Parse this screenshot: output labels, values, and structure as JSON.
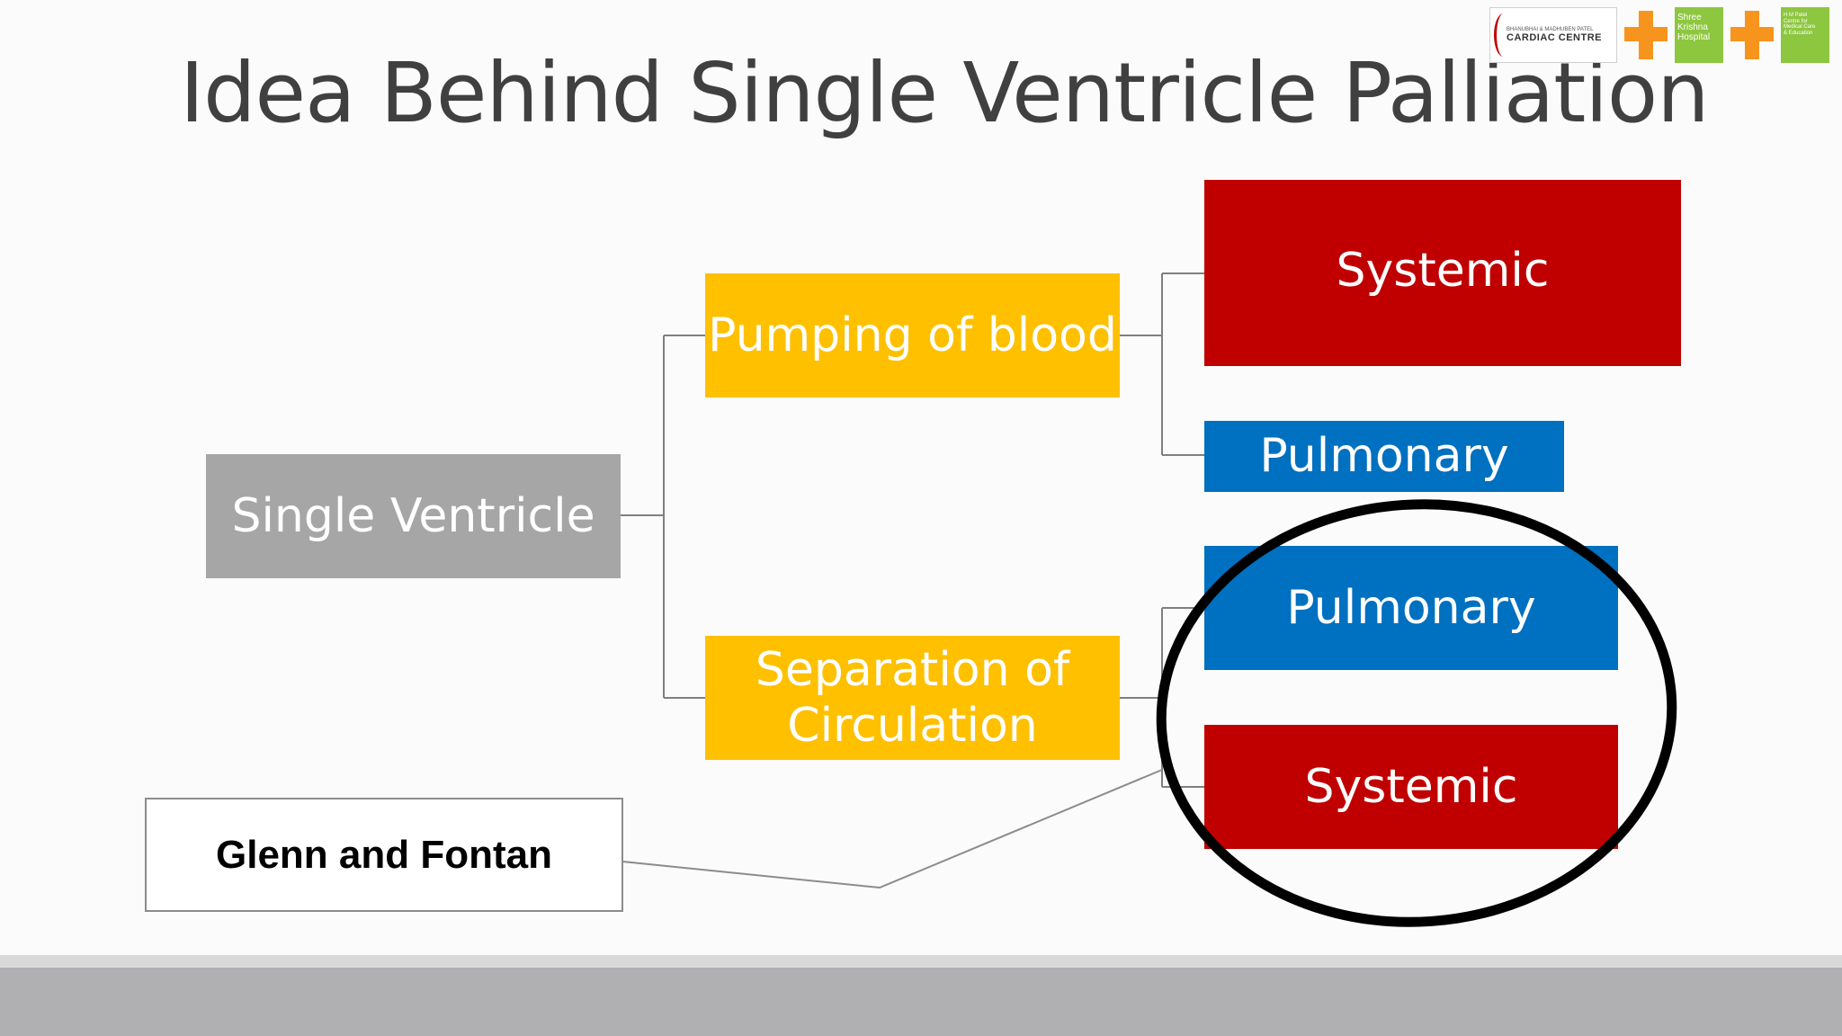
{
  "slide": {
    "title": "Idea Behind Single Ventricle Palliation"
  },
  "logos": {
    "cardiac_centre_small": "BHANUBHAI & MADHUBEN PATEL",
    "cardiac_centre_main": "CARDIAC CENTRE",
    "hospital": "Shree\nKrishna\nHospital",
    "centre": "H M Patel\nCentre for\nMedical Care\n& Education"
  },
  "diagram": {
    "root": "Single Ventricle",
    "branch_pumping": "Pumping of blood",
    "branch_separation": "Separation of Circulation",
    "pumping_systemic": "Systemic",
    "pumping_pulmonary": "Pulmonary",
    "separation_pulmonary": "Pulmonary",
    "separation_systemic": "Systemic",
    "callout": "Glenn and Fontan"
  },
  "colors": {
    "root": "#a6a6a6",
    "branch": "#ffc000",
    "systemic": "#c00000",
    "pulmonary": "#0070c0",
    "connector": "#7f7f7f",
    "highlight_ellipse": "#000000"
  }
}
